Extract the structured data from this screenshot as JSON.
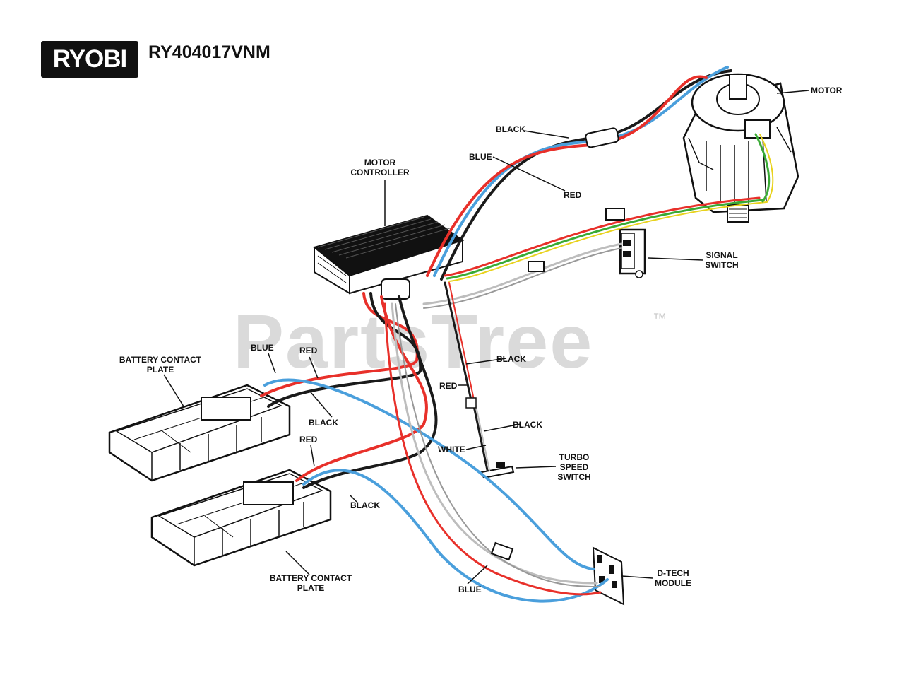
{
  "header": {
    "brand": "RYOBI",
    "model": "RY404017VNM"
  },
  "watermark": {
    "text": "PartsTree",
    "trademark": "™"
  },
  "labels": {
    "motor": "MOTOR",
    "motor_controller_1": "MOTOR",
    "motor_controller_2": "CONTROLLER",
    "black_top": "BLACK",
    "blue_top": "BLUE",
    "red_top": "RED",
    "signal_switch_1": "SIGNAL",
    "signal_switch_2": "SWITCH",
    "battery_plate_top_1": "BATTERY CONTACT",
    "battery_plate_top_2": "PLATE",
    "blue_left": "BLUE",
    "red_left": "RED",
    "black_left": "BLACK",
    "black_mid": "BLACK",
    "red_mid": "RED",
    "black_lower": "BLACK",
    "white_mid": "WHITE",
    "turbo_1": "TURBO",
    "turbo_2": "SPEED",
    "turbo_3": "SWITCH",
    "red_lower": "RED",
    "black_bottom": "BLACK",
    "battery_plate_bottom_1": "BATTERY CONTACT",
    "battery_plate_bottom_2": "PLATE",
    "blue_bottom": "BLUE",
    "dtech_1": "D-TECH",
    "dtech_2": "MODULE"
  },
  "wire_colors": {
    "black": "#1a1a1a",
    "blue": "#4a9fdc",
    "red": "#e8302a",
    "green": "#3aaa35",
    "yellow": "#e8d21d",
    "white": "#bdbdbd"
  }
}
